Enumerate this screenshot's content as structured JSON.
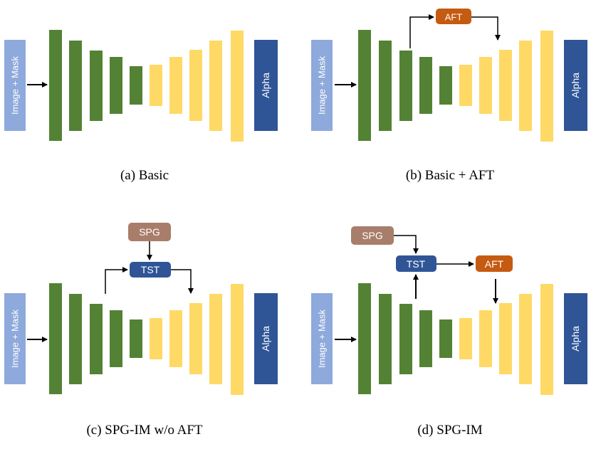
{
  "colors": {
    "input": "#8EA9DB",
    "alpha": "#2F5597",
    "encoder": "#548235",
    "decoder": "#FFD966",
    "aft": "#C55A11",
    "tst": "#2F5597",
    "spg": "#A87E6A",
    "arrow": "#000000"
  },
  "labels": {
    "input": "Image + Mask",
    "output": "Alpha",
    "aft": "AFT",
    "tst": "TST",
    "spg": "SPG"
  },
  "panels": [
    {
      "id": "a",
      "caption": "(a) Basic"
    },
    {
      "id": "b",
      "caption": "(b) Basic + AFT"
    },
    {
      "id": "c",
      "caption": "(c) SPG-IM w/o AFT"
    },
    {
      "id": "d",
      "caption": "(d) SPG-IM"
    }
  ]
}
